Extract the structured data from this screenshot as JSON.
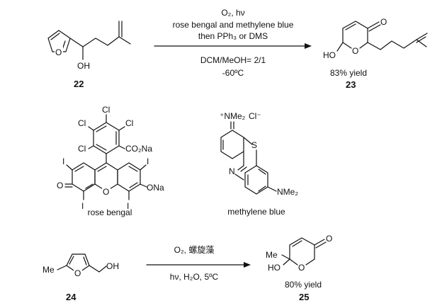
{
  "reaction1": {
    "cond_line1": "O₂, hν",
    "cond_line2": "rose bengal and methylene blue",
    "cond_line3": "then PPh₃ or DMS",
    "cond_line4": "DCM/MeOH= 2/1",
    "cond_line5": "-60ºC",
    "reactant_label": "22",
    "product_label": "23",
    "yield": "83% yield"
  },
  "dyes": {
    "rose_bengal_label": "rose bengal",
    "methylene_blue_label": "methylene blue"
  },
  "reaction2": {
    "cond_line1": "O₂, 螺旋藻",
    "cond_line2": "hν, H₂O, 5ºC",
    "reactant_label": "24",
    "product_label": "25",
    "yield": "80% yield"
  },
  "atoms": {
    "O": "O",
    "OH": "OH",
    "HO": "HO",
    "Cl": "Cl",
    "I": "I",
    "CO2Na": "CO₂Na",
    "ONa": "ONa",
    "S": "S",
    "N": "N",
    "NMe2": "NMe₂",
    "NMe2plus": "⁺NMe₂",
    "Clminus": "Cl⁻",
    "Me": "Me"
  }
}
